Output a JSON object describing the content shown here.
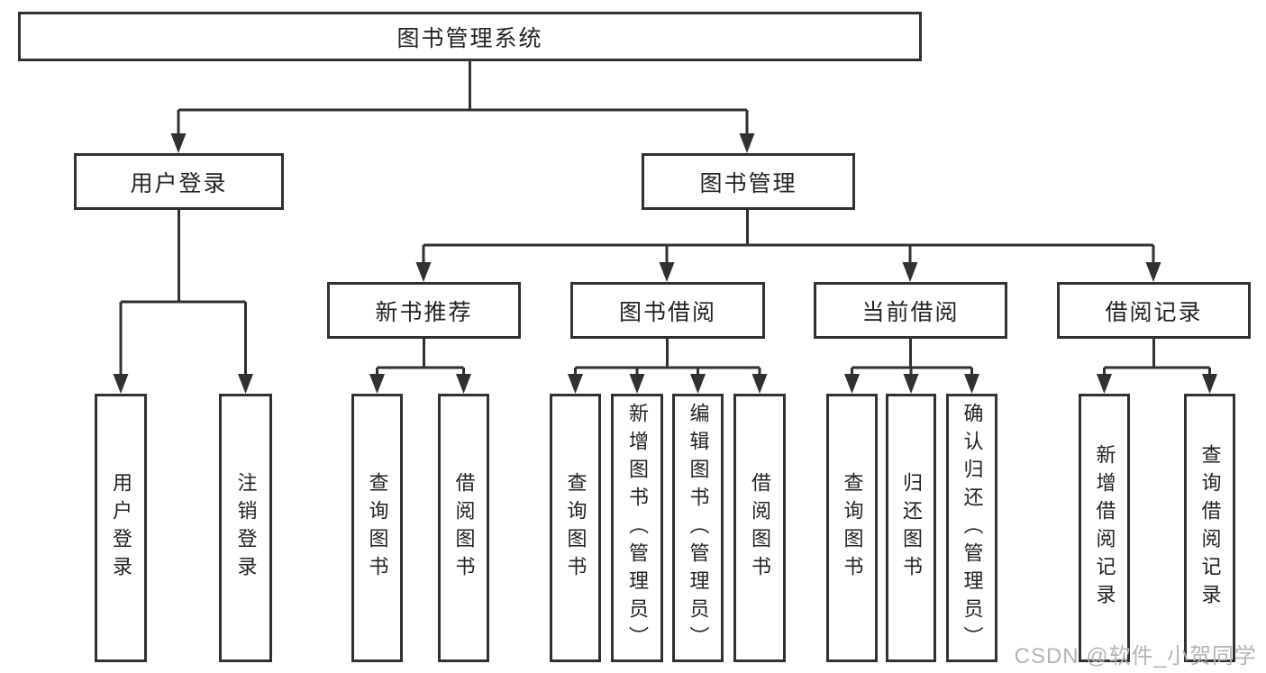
{
  "tree": {
    "label": "图书管理系统",
    "children": [
      {
        "label": "用户登录",
        "children": [
          {
            "label": "用户登录"
          },
          {
            "label": "注销登录"
          }
        ]
      },
      {
        "label": "图书管理",
        "children": [
          {
            "label": "新书推荐",
            "children": [
              {
                "label": "查询图书"
              },
              {
                "label": "借阅图书"
              }
            ]
          },
          {
            "label": "图书借阅",
            "children": [
              {
                "label": "查询图书"
              },
              {
                "label": "新增图书（管理员）"
              },
              {
                "label": "编辑图书（管理员）"
              },
              {
                "label": "借阅图书"
              }
            ]
          },
          {
            "label": "当前借阅",
            "children": [
              {
                "label": "查询图书"
              },
              {
                "label": "归还图书"
              },
              {
                "label": "确认归还（管理员）"
              }
            ]
          },
          {
            "label": "借阅记录",
            "children": [
              {
                "label": "新增借阅记录"
              },
              {
                "label": "查询借阅记录"
              }
            ]
          }
        ]
      }
    ]
  },
  "watermark": {
    "text": "CSDN @软件_小贺同学"
  },
  "colors": {
    "line": "#313131",
    "box_border": "#313131",
    "text": "#232323",
    "watermark": "#b4b4b4",
    "background": "#ffffff"
  }
}
